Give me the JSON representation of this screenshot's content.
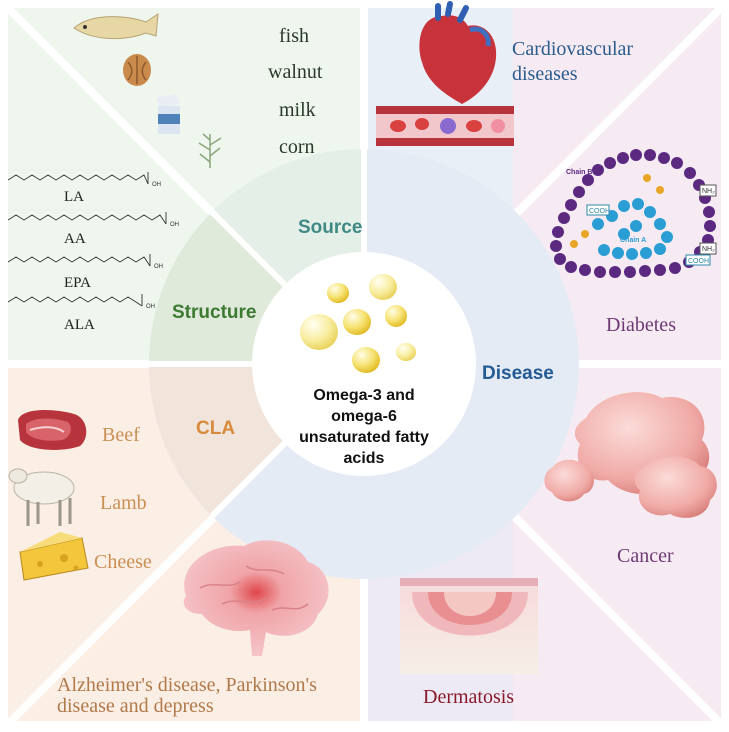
{
  "center": {
    "lines": [
      "Omega-3 and",
      "omega-6",
      "unsaturated fatty",
      "acids"
    ]
  },
  "ring": {
    "source": "Source",
    "structure": "Structure",
    "cla": "CLA",
    "disease": "Disease"
  },
  "source_items": [
    "fish",
    "walnut",
    "milk",
    "corn"
  ],
  "structure_items": [
    "LA",
    "AA",
    "EPA",
    "ALA"
  ],
  "structure_oh": "OH",
  "cla_items": [
    "Beef",
    "Lamb",
    "Cheese"
  ],
  "diseases": {
    "cardiovascular": [
      "Cardiovascular",
      "diseases"
    ],
    "diabetes": "Diabetes",
    "cancer": "Cancer",
    "dermatosis": "Dermatosis",
    "neuro": [
      "Alzheimer's disease, Parkinson's",
      "disease and depress"
    ]
  },
  "insulin": {
    "chain_a": "Chain A",
    "chain_b": "Chain B",
    "cooh": "COOH",
    "nh2": "NH₂"
  },
  "colors": {
    "source_bg": "#eef6ee",
    "disease_bg_blue": "#e8eff7",
    "disease_bg_pink": "#f7ebf3",
    "cla_bg": "#fbeee4",
    "ring_source": "#e3efe7",
    "ring_structure": "#dfeadb",
    "ring_cla": "#f1e4da",
    "ring_disease": "#e4ebf4",
    "source_label": "#3f8a86",
    "structure_label": "#3d7a32",
    "cla_label": "#d98a3d",
    "disease_label": "#245a94",
    "cla_text": "#c99055",
    "cardio_text": "#2a5c8e",
    "purple_text": "#6e3a75",
    "derm_text": "#8a1a2a"
  }
}
